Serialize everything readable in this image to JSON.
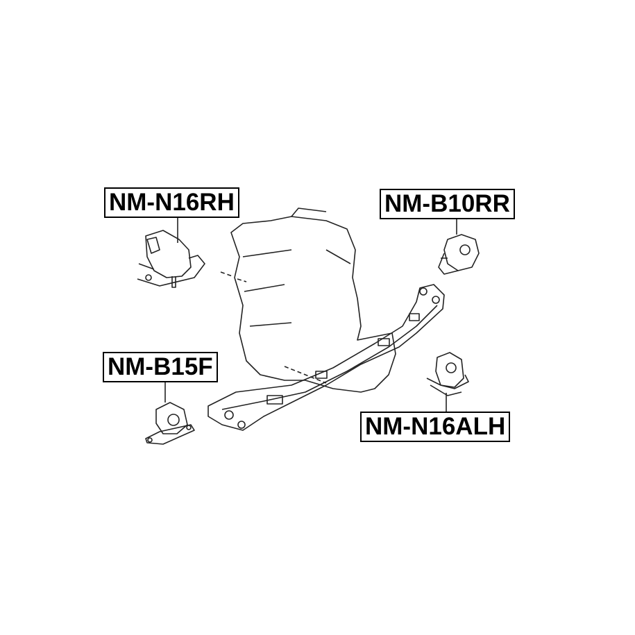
{
  "labels": {
    "n16rh": "NM-N16RH",
    "b10rr": "NM-B10RR",
    "b15f": "NM-B15F",
    "n16alh": "NM-N16ALH"
  },
  "colors": {
    "line": "#222222",
    "background": "#ffffff"
  }
}
